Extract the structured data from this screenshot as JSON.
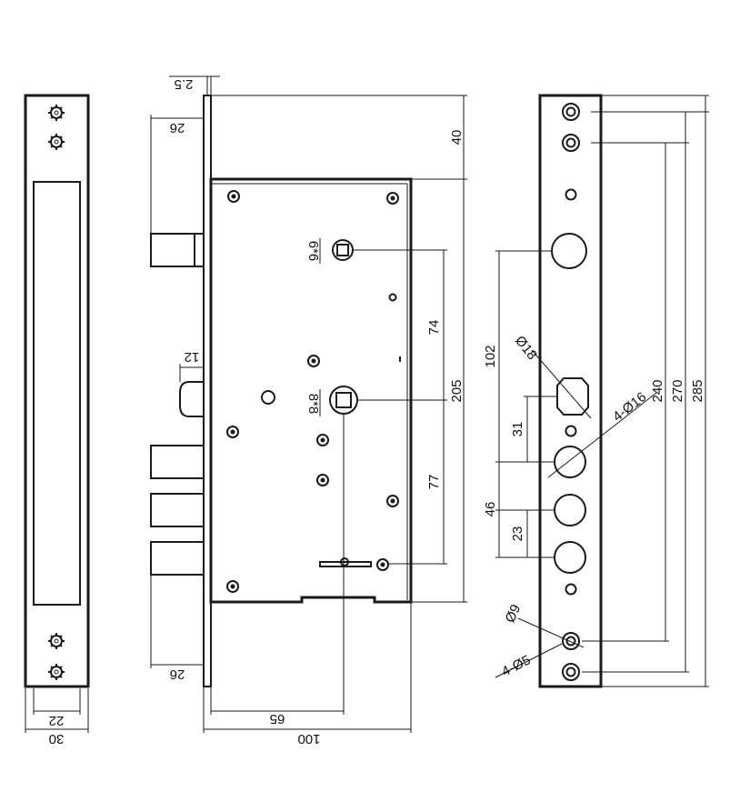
{
  "front_plate_left": {
    "dims": {
      "inner_width": "22",
      "outer_width": "30"
    }
  },
  "side_view": {
    "dims": {
      "plate_thickness": "2.5",
      "top_bolt_projection": "26",
      "top_offset": "40",
      "follower_size": "6*6",
      "spindle_size": "8*8",
      "follower_to_spindle": "74",
      "spindle_to_cylinder": "77",
      "case_height": "205",
      "latch_projection": "12",
      "bottom_bolt_projection": "26",
      "backset": "65",
      "case_depth": "100"
    }
  },
  "front_plate_right": {
    "dims": {
      "span_102": "102",
      "hole_diameter_18": "Ø18",
      "span_31": "31",
      "holes_4x16": "4-Ø16",
      "span_46": "46",
      "span_23": "23",
      "screw_diameter_9": "Ø9",
      "screws_4x5": "4-Ø5",
      "span_240": "240",
      "span_270": "270",
      "span_285": "285"
    }
  }
}
